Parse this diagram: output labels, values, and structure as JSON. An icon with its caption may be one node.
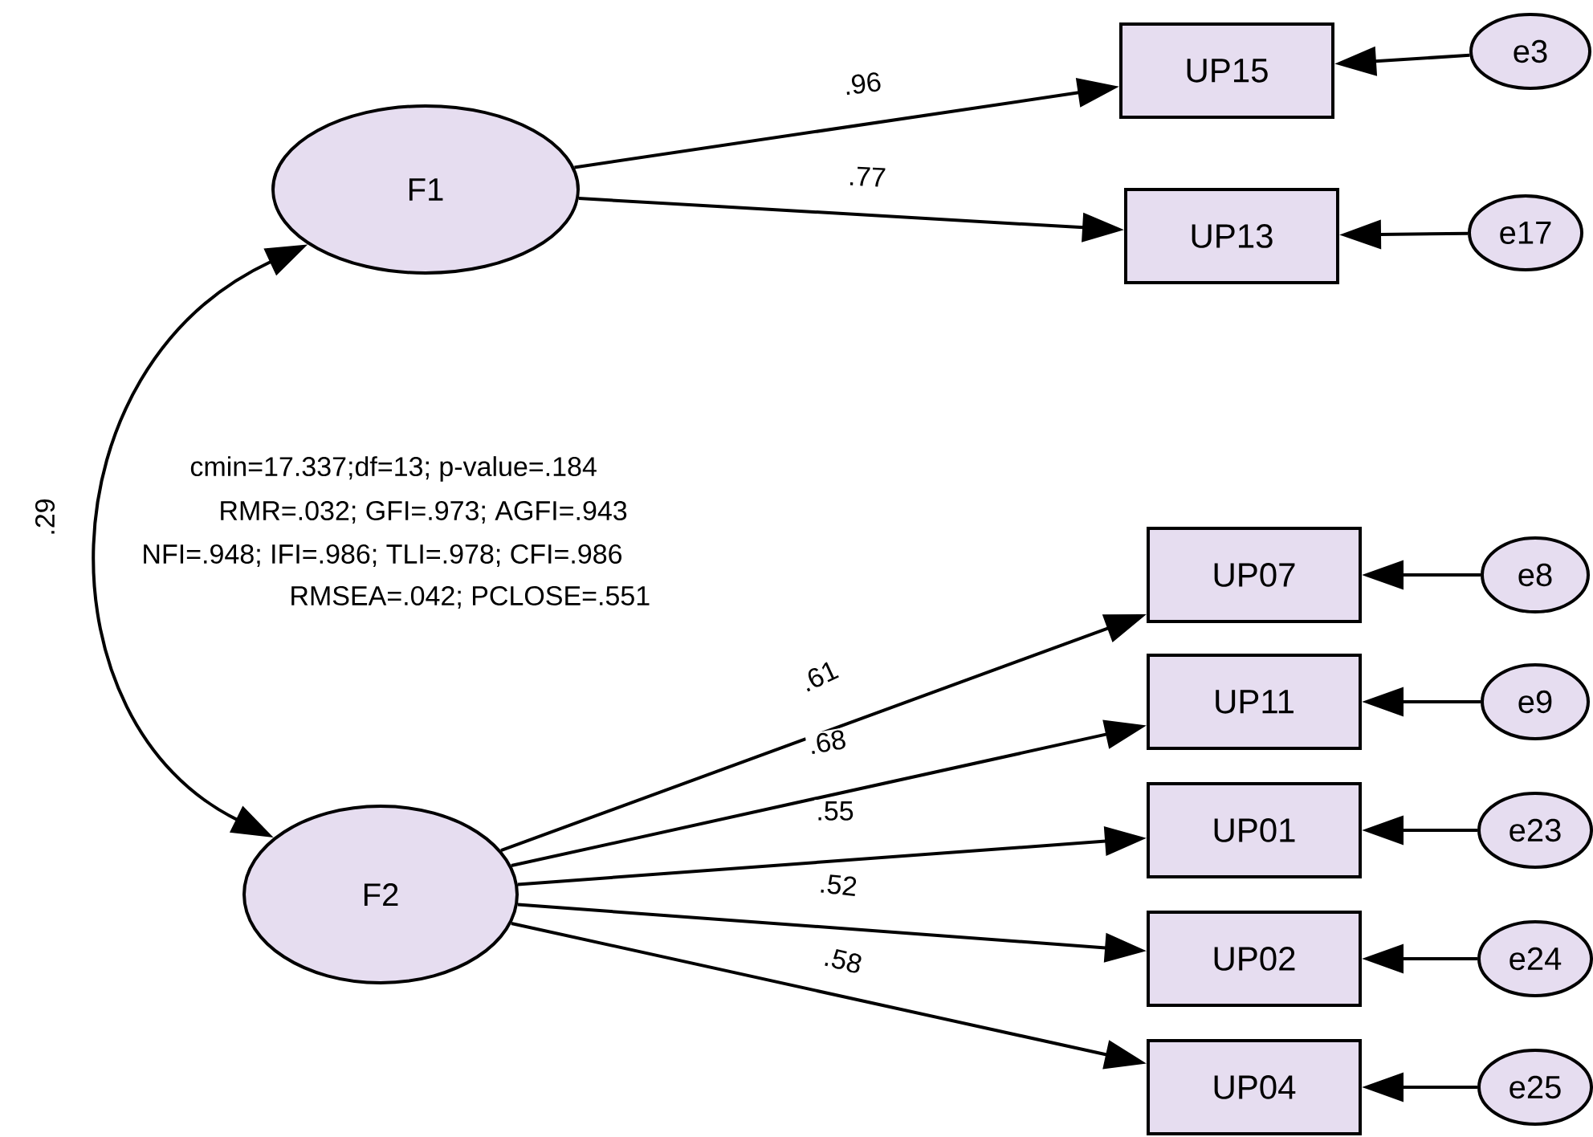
{
  "diagram": {
    "nodes": [
      {
        "text": [
          "F1"
        ]
      },
      {
        "text": [
          "UP15"
        ]
      },
      {
        "text": [
          "e3"
        ]
      },
      {
        "text": [
          "UP13"
        ]
      },
      {
        "text": [
          "e17"
        ]
      },
      {
        "text": [
          "F2"
        ]
      },
      {
        "text": [
          "UP07"
        ]
      },
      {
        "text": [
          "e8"
        ]
      },
      {
        "text": [
          "UP11"
        ]
      },
      {
        "text": [
          "e9"
        ]
      },
      {
        "text": [
          "UP01"
        ]
      },
      {
        "text": [
          "e23"
        ]
      },
      {
        "text": [
          "UP02"
        ]
      },
      {
        "text": [
          "e24"
        ]
      },
      {
        "text": [
          "UP04"
        ]
      },
      {
        "text": [
          "e25"
        ]
      }
    ],
    "edges": [
      {
        "from": 0,
        "to": 1,
        "arrow": "to",
        "label": ".96"
      },
      {
        "from": 0,
        "to": 3,
        "arrow": "to",
        "label": ".77"
      },
      {
        "from": 2,
        "to": 1,
        "arrow": "to"
      },
      {
        "from": 4,
        "to": 3,
        "arrow": "to"
      },
      {
        "from": 0,
        "to": 5,
        "arrow": "both",
        "label": ".29"
      },
      {
        "from": 5,
        "to": 6,
        "arrow": "to",
        "label": ".61"
      },
      {
        "from": 5,
        "to": 8,
        "arrow": "to",
        "label": ".68"
      },
      {
        "from": 5,
        "to": 10,
        "arrow": "to",
        "label": ".55"
      },
      {
        "from": 5,
        "to": 12,
        "arrow": "to",
        "label": ".52"
      },
      {
        "from": 5,
        "to": 14,
        "arrow": "to",
        "label": ".58"
      },
      {
        "from": 7,
        "to": 6,
        "arrow": "to"
      },
      {
        "from": 9,
        "to": 8,
        "arrow": "to"
      },
      {
        "from": 11,
        "to": 10,
        "arrow": "to"
      },
      {
        "from": 13,
        "to": 12,
        "arrow": "to"
      },
      {
        "from": 15,
        "to": 14,
        "arrow": "to"
      }
    ],
    "labels": [
      "cmin=17.337;df=13; p-value=.184",
      "RMR=.032;   GFI=.973;  AGFI=.943",
      "NFI=.948; IFI=.986; TLI=.978; CFI=.986",
      "RMSEA=.042; PCLOSE=.551"
    ]
  }
}
